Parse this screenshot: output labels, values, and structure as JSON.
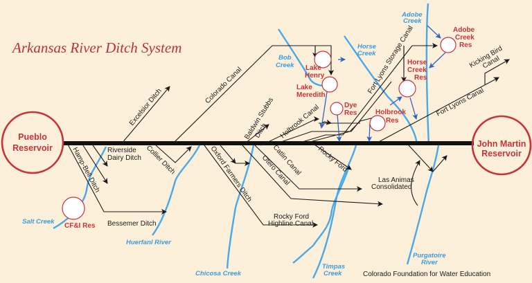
{
  "title": "Arkansas River Ditch System",
  "reservoirs": {
    "pueblo": [
      "Pueblo",
      "Reservoir"
    ],
    "john_martin": [
      "John Martin",
      "Reservoir"
    ],
    "cfi": "CF&I Res",
    "lake_henry": [
      "Lake",
      "Henry"
    ],
    "lake_meredith": [
      "Lake",
      "Meredith"
    ],
    "dye": [
      "Dye",
      "Res"
    ],
    "holbrook": [
      "Holbrook",
      "Res"
    ],
    "horse_creek": [
      "Horse",
      "Creek",
      "Res"
    ],
    "adobe_creek": [
      "Adobe",
      "Creek",
      "Res"
    ]
  },
  "streams": {
    "salt_creek": "Salt Creek",
    "huerfano": "Huerfanl River",
    "chicosa": "Chicosa Creek",
    "bob": [
      "Bob",
      "Creek"
    ],
    "horse": [
      "Horse",
      "Creek"
    ],
    "adobe": [
      "Adobe",
      "Creek"
    ],
    "timpas": [
      "Timpas",
      "Creek"
    ],
    "purgatoire": [
      "Purgatoire",
      "River"
    ]
  },
  "ditches": {
    "excelsior": "Excelsior Ditch",
    "colorado": "Colorado Canal",
    "riverside": [
      "Riverside",
      "Dairy Ditch"
    ],
    "hamp_bell": "Hamp-Bell Ditch",
    "bessemer": "Bessemer Ditch",
    "collier": "Collier Ditch",
    "oxford": "Oxford Farmers Ditch",
    "baldwin": [
      "Baldwin Stubbs",
      "Ditch"
    ],
    "holbrook": "Holbrook Canal",
    "catlin": "Catlin Canal",
    "otero": "Otero Canal",
    "rocky_ford": "Rocky Ford",
    "rocky_ford_highline": [
      "Rocky Ford",
      "Highline Canal"
    ],
    "fort_lyons_storage": "Fort Lyons Storage Canal",
    "fort_lyons": "Fort Lyons  Canal",
    "kicking_bird": [
      "Kicking Bird",
      "Canal"
    ],
    "las_animas": [
      "Las Animas",
      "Consolidated"
    ]
  },
  "credit": "Colorado Foundation for Water Education"
}
